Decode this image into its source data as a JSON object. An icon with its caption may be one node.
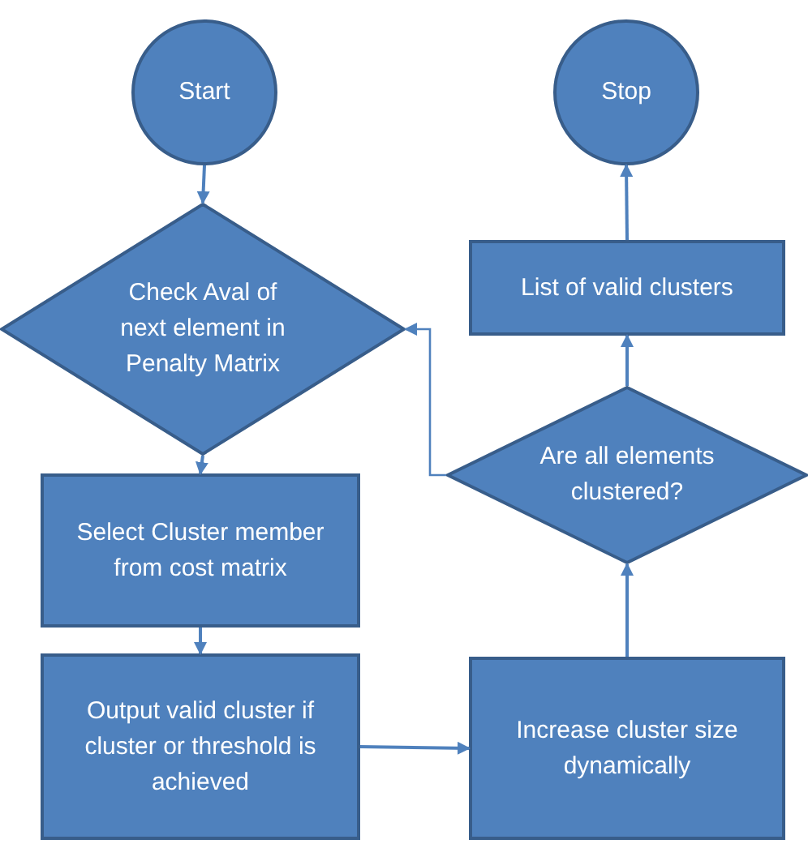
{
  "diagram": {
    "nodes": [
      {
        "text": [
          "Start"
        ]
      },
      {
        "text": [
          "Stop"
        ]
      },
      {
        "text": [
          "Check Aval of next element in Penalty Matrix"
        ]
      },
      {
        "text": [
          "Select Cluster member from cost matrix"
        ]
      },
      {
        "text": [
          "Output valid cluster if cluster or threshold is achieved"
        ]
      },
      {
        "text": [
          "List of valid clusters"
        ]
      },
      {
        "text": [
          "Are all elements clustered?"
        ]
      },
      {
        "text": [
          "Increase cluster size dynamically"
        ]
      }
    ],
    "edges": [
      {
        "from": 0,
        "to": 2,
        "arrow": "to"
      },
      {
        "from": 2,
        "to": 3,
        "arrow": "to"
      },
      {
        "from": 3,
        "to": 4,
        "arrow": "to"
      },
      {
        "from": 4,
        "to": 7,
        "arrow": "to"
      },
      {
        "from": 7,
        "to": 6,
        "arrow": "to"
      },
      {
        "from": 6,
        "to": 5,
        "arrow": "to"
      },
      {
        "from": 5,
        "to": 1,
        "arrow": "to"
      },
      {
        "from": 6,
        "to": 2,
        "arrow": "to"
      }
    ]
  }
}
